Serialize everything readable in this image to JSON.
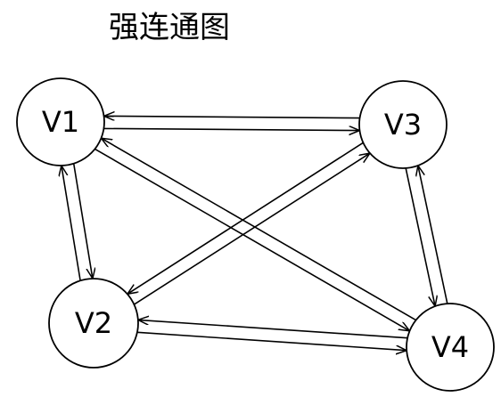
{
  "title": "强连通图",
  "nodes": [
    {
      "label": "V1"
    },
    {
      "label": "V2"
    },
    {
      "label": "V3"
    },
    {
      "label": "V4"
    }
  ],
  "edges": [
    {
      "from": "V1",
      "to": "V3"
    },
    {
      "from": "V3",
      "to": "V1"
    },
    {
      "from": "V1",
      "to": "V2"
    },
    {
      "from": "V2",
      "to": "V1"
    },
    {
      "from": "V1",
      "to": "V4"
    },
    {
      "from": "V4",
      "to": "V1"
    },
    {
      "from": "V3",
      "to": "V2"
    },
    {
      "from": "V2",
      "to": "V3"
    },
    {
      "from": "V3",
      "to": "V4"
    },
    {
      "from": "V4",
      "to": "V3"
    },
    {
      "from": "V2",
      "to": "V4"
    },
    {
      "from": "V4",
      "to": "V2"
    }
  ],
  "colors": {
    "stroke": "#000000",
    "background": "#ffffff"
  }
}
